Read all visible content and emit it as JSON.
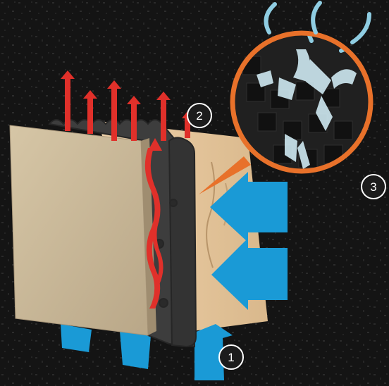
{
  "colors": {
    "background": "#141414",
    "heat_arrow": "#e0302a",
    "airflow_arrow": "#1a9ad6",
    "foam_core": "#3a3a3a",
    "panel_front": "#cdbb9a",
    "panel_back": "#e7c79e",
    "callout_ring": "#e8712a",
    "ice": "#cfe9f2"
  },
  "icons": [
    "heat-flow-arrow",
    "airflow-arrow",
    "magnifier-callout"
  ],
  "markers": [
    {
      "id": "1",
      "label": "1"
    },
    {
      "id": "2",
      "label": "2"
    },
    {
      "id": "3",
      "label": "3"
    }
  ]
}
